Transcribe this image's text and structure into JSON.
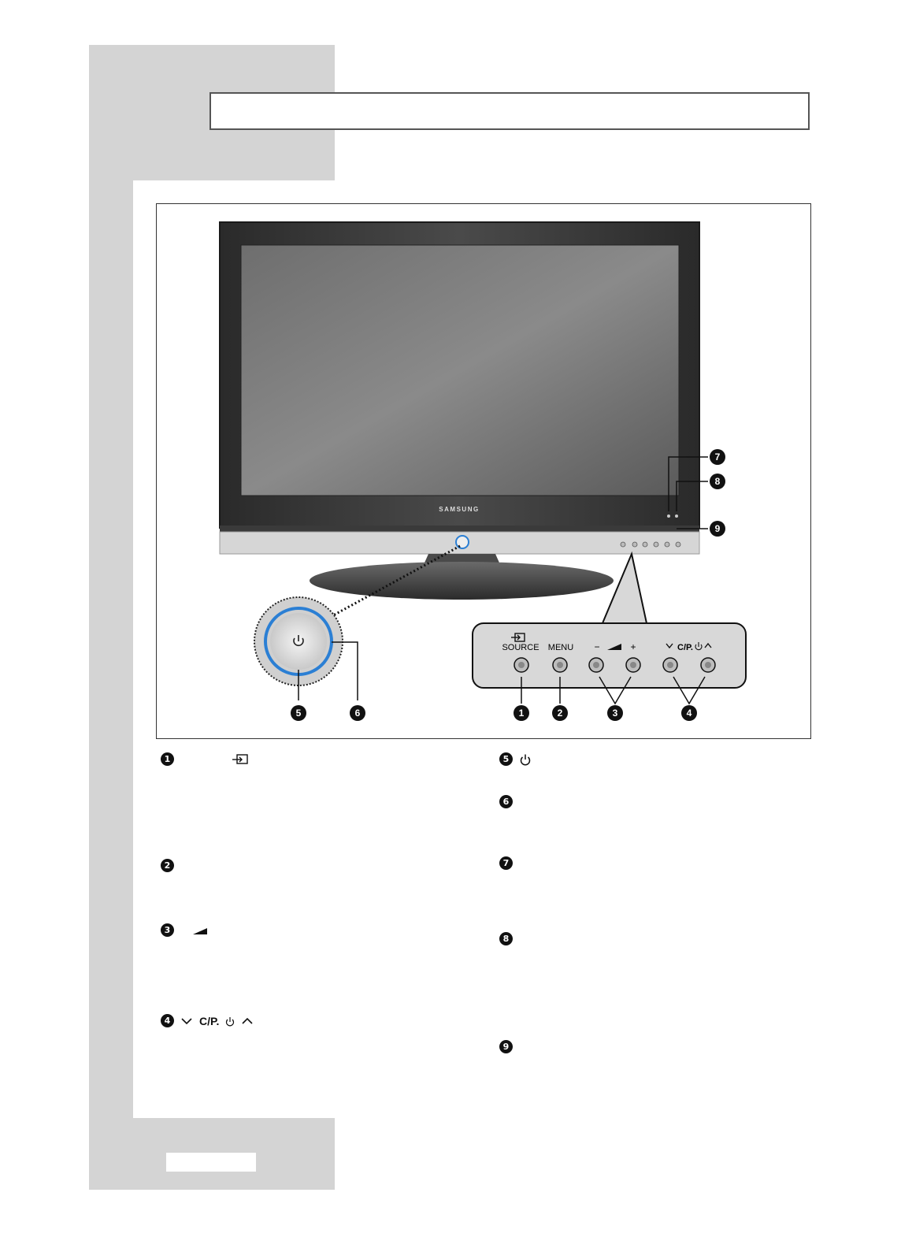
{
  "figure": {
    "brand": "SAMSUNG",
    "panel_labels": {
      "source": "SOURCE",
      "menu": "MENU",
      "vol_minus": "−",
      "vol_plus": "+",
      "channel": "C/P."
    },
    "callouts": [
      "1",
      "2",
      "3",
      "4",
      "5",
      "6",
      "7",
      "8",
      "9"
    ]
  },
  "descriptions": [
    {
      "num": "1",
      "icon": "source-icon"
    },
    {
      "num": "2"
    },
    {
      "num": "3",
      "icon": "volume-icon"
    },
    {
      "num": "4",
      "label": "C/P."
    },
    {
      "num": "5",
      "icon": "power-icon"
    },
    {
      "num": "6"
    },
    {
      "num": "7"
    },
    {
      "num": "8"
    },
    {
      "num": "9"
    }
  ]
}
